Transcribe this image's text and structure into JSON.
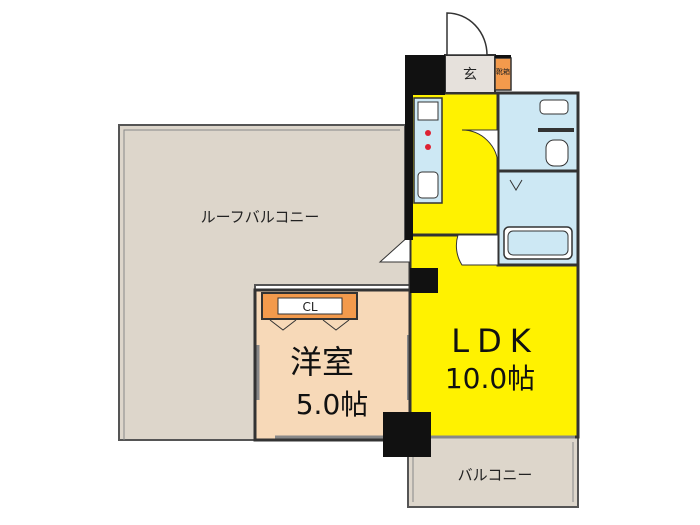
{
  "rooms": {
    "roof_balcony": {
      "label": "ルーフバルコニー"
    },
    "balcony": {
      "label": "バルコニー"
    },
    "entrance": {
      "label": "玄"
    },
    "shoe_box": {
      "label": "靴箱"
    },
    "closet": {
      "label": "CL"
    },
    "western_room": {
      "name": "洋室",
      "size": "5.0帖"
    },
    "ldk": {
      "name": "LDK",
      "size": "10.0帖"
    }
  },
  "colors": {
    "balcony_fill": "#ddd6cb",
    "western_room_fill": "#f7d9b8",
    "closet_fill": "#f39a4c",
    "ldk_fill": "#fff200",
    "wet_area_fill": "#cde8f4",
    "entrance_fill": "#e6e1dc",
    "wall": "#111111"
  }
}
